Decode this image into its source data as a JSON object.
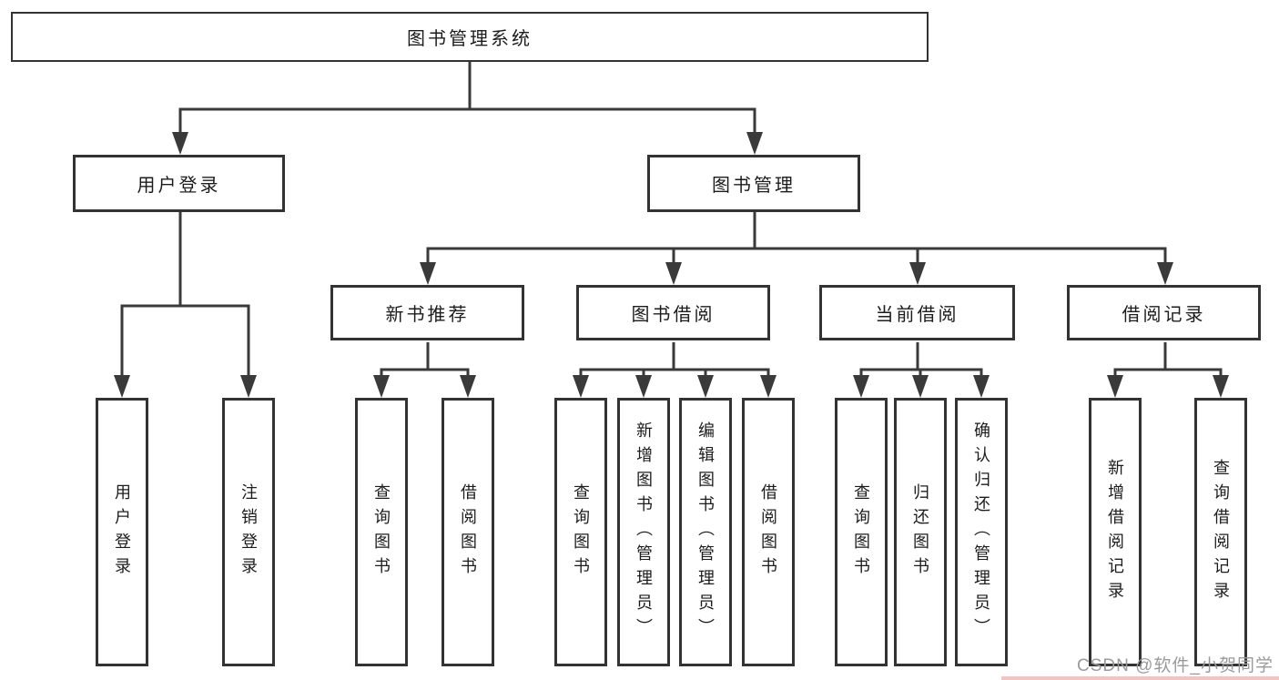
{
  "diagram": {
    "root": {
      "label": "图书管理系统"
    },
    "level2": [
      {
        "label": "用户登录",
        "parent": "图书管理系统"
      },
      {
        "label": "图书管理",
        "parent": "图书管理系统"
      }
    ],
    "level3": [
      {
        "label": "新书推荐",
        "parent": "图书管理"
      },
      {
        "label": "图书借阅",
        "parent": "图书管理"
      },
      {
        "label": "当前借阅",
        "parent": "图书管理"
      },
      {
        "label": "借阅记录",
        "parent": "图书管理"
      }
    ],
    "leaves": [
      {
        "label": "用户登录",
        "parent": "用户登录"
      },
      {
        "label": "注销登录",
        "parent": "用户登录"
      },
      {
        "label": "查询图书",
        "parent": "新书推荐"
      },
      {
        "label": "借阅图书",
        "parent": "新书推荐"
      },
      {
        "label": "查询图书",
        "parent": "图书借阅"
      },
      {
        "label": "新增图书（管理员）",
        "parent": "图书借阅"
      },
      {
        "label": "编辑图书（管理员）",
        "parent": "图书借阅"
      },
      {
        "label": "借阅图书",
        "parent": "图书借阅"
      },
      {
        "label": "查询图书",
        "parent": "当前借阅"
      },
      {
        "label": "归还图书",
        "parent": "当前借阅"
      },
      {
        "label": "确认归还（管理员）",
        "parent": "当前借阅"
      },
      {
        "label": "新增借阅记录",
        "parent": "借阅记录"
      },
      {
        "label": "查询借阅记录",
        "parent": "借阅记录"
      }
    ]
  },
  "watermark": {
    "text": "CSDN @软件_小贺同学"
  },
  "colors": {
    "line": "#3a3a3a",
    "text": "#1c1c1c",
    "watermark_text": "#9a9a9a",
    "watermark_bar": "#f2c5c5",
    "background": "#ffffff"
  }
}
